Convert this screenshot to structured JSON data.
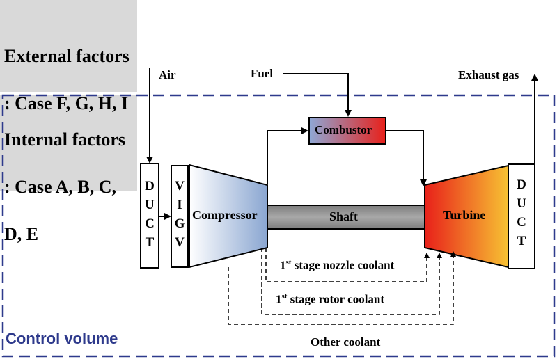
{
  "factors": {
    "external": [
      "External factors",
      ": Case F, G, H, I"
    ],
    "internal": [
      "Internal factors",
      ": Case A, B, C,",
      "D, E"
    ]
  },
  "control_volume_label": "Control volume",
  "components": {
    "duct_left": [
      "D",
      "U",
      "C",
      "T"
    ],
    "vigv": [
      "V",
      "I",
      "G",
      "V"
    ],
    "compressor": "Compressor",
    "shaft": "Shaft",
    "combustor": "Combustor",
    "turbine": "Turbine",
    "duct_right": [
      "D",
      "U",
      "C",
      "T"
    ]
  },
  "streams": {
    "air": "Air",
    "fuel": "Fuel",
    "exhaust": "Exhaust gas"
  },
  "coolants": {
    "nozzle": {
      "prefix": "1",
      "sup": "st",
      "text": " stage nozzle coolant"
    },
    "rotor": {
      "prefix": "1",
      "sup": "st",
      "text": " stage rotor coolant"
    },
    "other": "Other coolant"
  },
  "colors": {
    "panel_gray": "#d9d9d9",
    "control_volume_blue": "#2e3a8c",
    "compressor_gradient": [
      "#ffffff",
      "#8aa6d1"
    ],
    "combustor_gradient": [
      "#8ea8d6",
      "#e8201a"
    ],
    "turbine_gradient": [
      "#e8201a",
      "#f7c233"
    ],
    "shaft_gray": "#9b9b9b"
  }
}
